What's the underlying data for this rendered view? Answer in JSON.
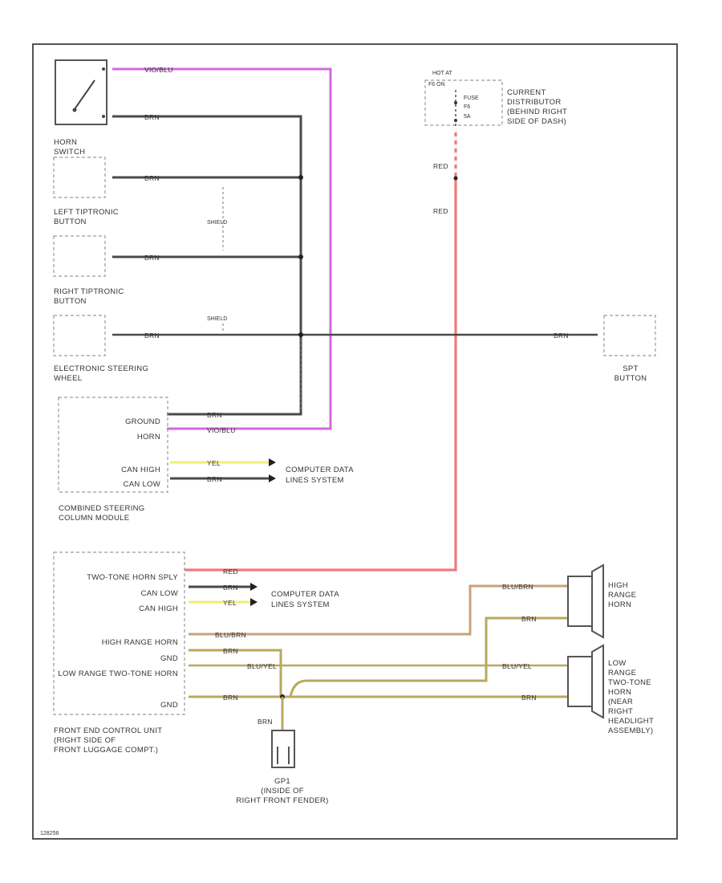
{
  "diagram_id": "128256",
  "power_source": {
    "hot_at": "HOT AT",
    "fuse_label": "FUSE",
    "fuse_number": "F6",
    "fuse_rating": "5A",
    "fuse_prefix": "F6 ON",
    "fuse_amps": "5AMP",
    "location_lines": [
      "CURRENT",
      "DISTRIBUTOR",
      "(BEHIND RIGHT",
      "SIDE OF DASH)"
    ]
  },
  "components": {
    "horn_switch": [
      "HORN",
      "SWITCH"
    ],
    "left_tiptronic": [
      "LEFT TIPTRONIC",
      "BUTTON"
    ],
    "right_tiptronic": [
      "RIGHT TIPTRONIC",
      "BUTTON"
    ],
    "electronic_steering_wheel": [
      "ELECTRONIC STEERING",
      "WHEEL"
    ],
    "sport_button": [
      "SPT",
      "BUTTON"
    ],
    "steering_column_module": [
      "COMBINED STEERING",
      "COLUMN MODULE"
    ],
    "front_end_control_unit": [
      "FRONT END CONTROL UNIT",
      "(RIGHT SIDE OF",
      "FRONT LUGGAGE COMPT.)"
    ],
    "high_range_horn": [
      "HIGH",
      "RANGE",
      "HORN"
    ],
    "low_range_horn": [
      "LOW",
      "RANGE",
      "TWO-TONE",
      "HORN",
      "(NEAR",
      "RIGHT",
      "HEADLIGHT",
      "ASSEMBLY)"
    ],
    "ground_point": [
      "GP1",
      "(INSIDE OF",
      "RIGHT FRONT FENDER)"
    ]
  },
  "pins": {
    "steering_column_module": [
      "GROUND",
      "HORN",
      "CAN HIGH",
      "CAN LOW"
    ],
    "front_end_control_unit": [
      "TWO-TONE HORN SPLY",
      "CAN LOW",
      "CAN HIGH",
      "HIGH RANGE HORN",
      "GND",
      "LOW RANGE TWO-TONE HORN",
      "GND"
    ]
  },
  "wire_labels": {
    "violet_blu": "VIO/BLU",
    "brn": "BRN",
    "red": "RED",
    "yel": "YEL",
    "blu_brn": "BLU/BRN",
    "blu_yel": "BLU/YEL",
    "brn_gp": "BRN",
    "shield_1": "SHIELD",
    "shield_2": "SHIELD"
  },
  "connections": {
    "to_data_lines": [
      "COMPUTER DATA",
      "LINES SYSTEM"
    ]
  },
  "colors": {
    "violet": "#d468e0",
    "red": "#f07a7a",
    "yellow": "#f2ee7a",
    "black": "#4a4a4a",
    "tan": "#c8a27a",
    "olive": "#b8a860",
    "frame": "#555555",
    "dashed": "#9a9a9a"
  }
}
